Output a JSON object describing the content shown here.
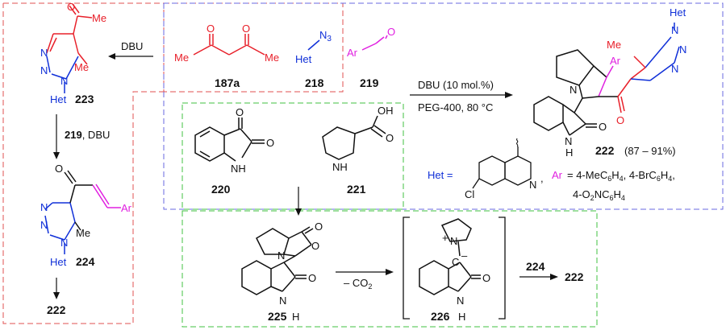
{
  "colors": {
    "red": "#e8202a",
    "blue": "#1030d8",
    "magenta": "#e020e0",
    "black": "#111111",
    "box_red": "#e05050",
    "box_blue": "#6a6ae0",
    "box_green": "#40c040"
  },
  "compounds": {
    "c187a": "187a",
    "c218": "218",
    "c219": "219",
    "c220": "220",
    "c221": "221",
    "c222": "222",
    "c223": "223",
    "c224": "224",
    "c225": "225",
    "c226": "226",
    "c222_yield": "(87 – 91%)"
  },
  "atoms": {
    "me": "Me",
    "o": "O",
    "n": "N",
    "nh": "NH",
    "h": "H",
    "het": "Het",
    "ar": "Ar",
    "oh": "OH",
    "cl": "Cl",
    "c": "C",
    "plus": "+",
    "minus": "–",
    "n3": "N3"
  },
  "reagents": {
    "dbu": "DBU",
    "dbu_219_num": "219",
    "dbu_219_rest": ", DBU",
    "main_top": "DBU (10 mol.%)",
    "main_bottom": "PEG-400, 80 °C",
    "minus_co2": "– CO2",
    "arrow_224": "224"
  },
  "legend": {
    "het_eq": "Het =",
    "ar_eq": "Ar",
    "ar_list1": "= 4-MeC6H4, 4-BrC6H4,",
    "ar_list2": "4-O2NC6H4",
    "comma": ","
  }
}
